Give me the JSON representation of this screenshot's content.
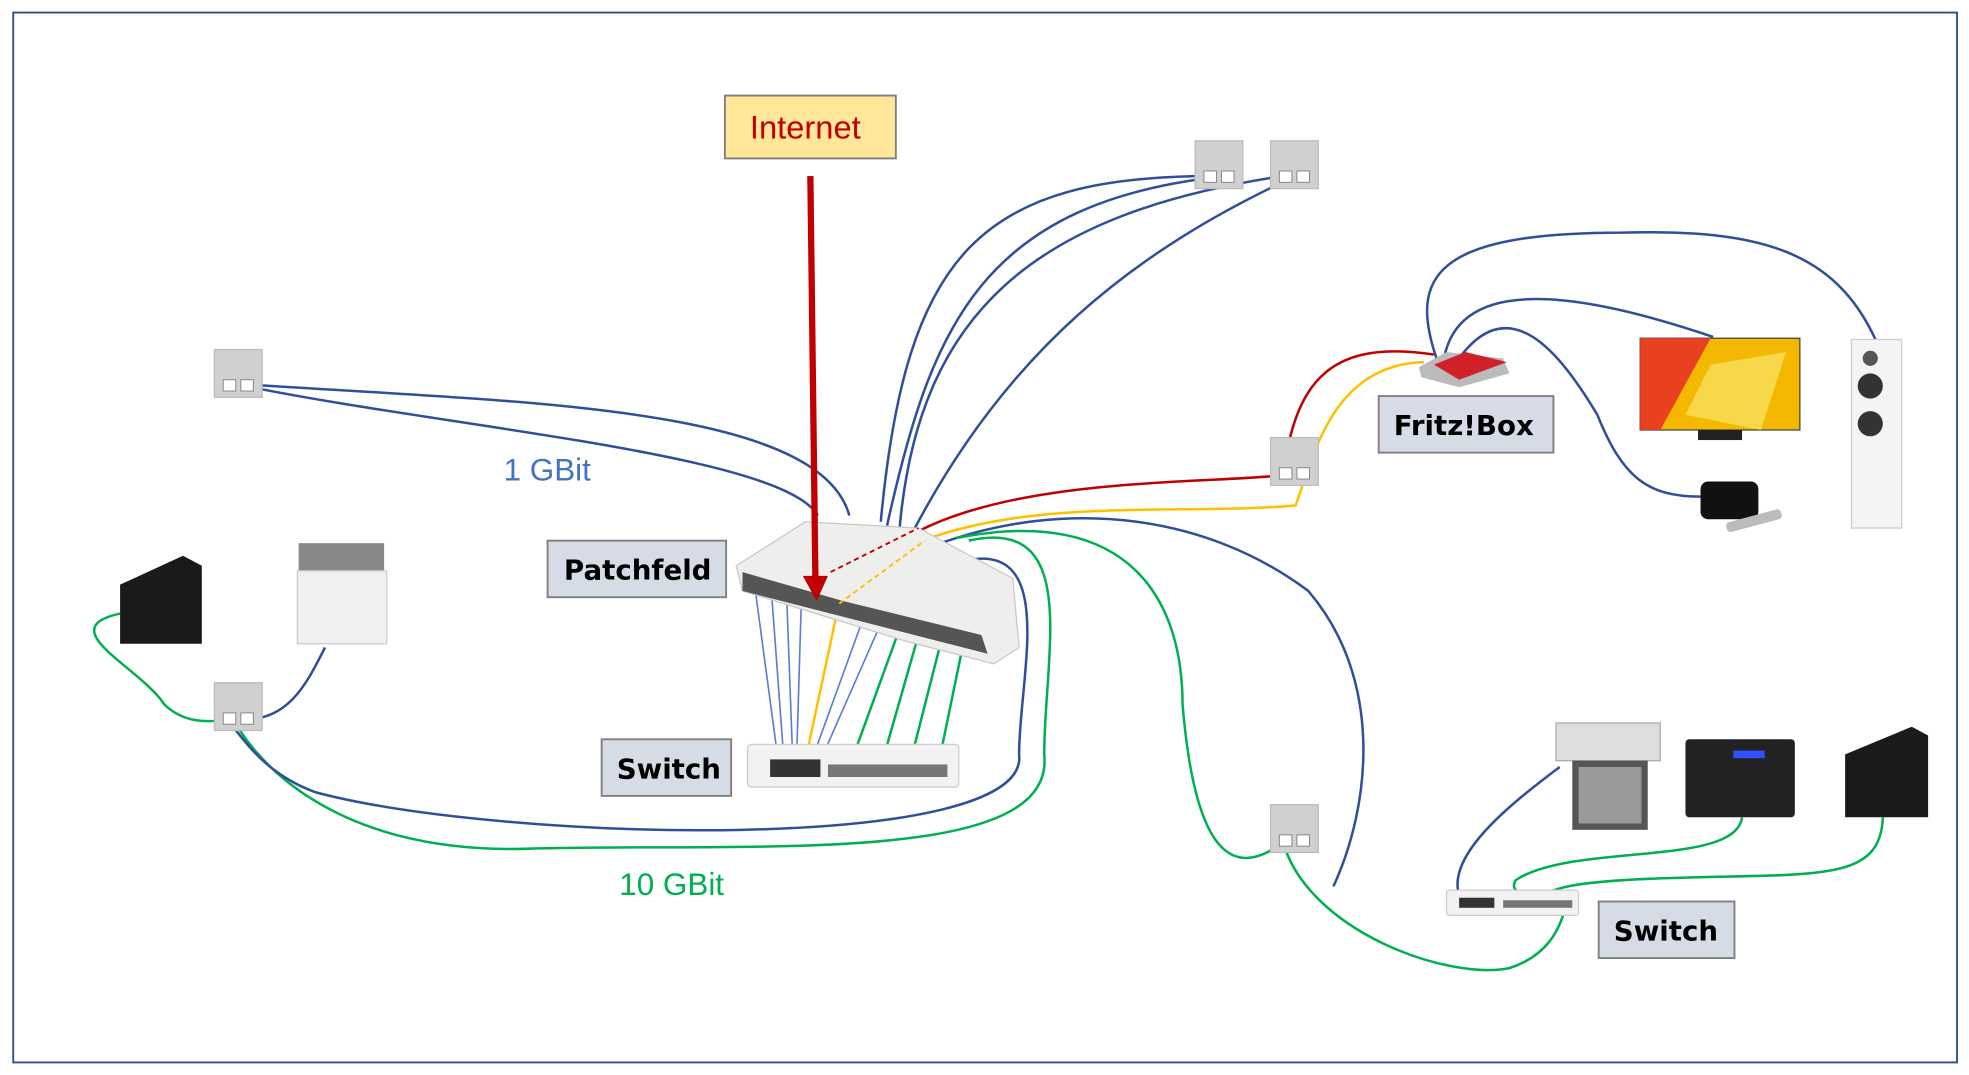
{
  "labels": {
    "internet": "Internet",
    "patchfeld": "Patchfeld",
    "switch_main": "Switch",
    "fritzbox": "Fritz!Box",
    "switch_office": "Switch",
    "speed_1g": "1 GBit",
    "speed_10g": "10 GBit"
  },
  "colors": {
    "internet_box": "#ffe699",
    "internet_text": "#c00000",
    "label_box": "#d6dce5",
    "cable_1g": "#2f4f9a",
    "cable_10g": "#00b050",
    "cable_wan": "#c00000",
    "cable_fritz": "#ffc000",
    "frame": "#2f4f8f"
  },
  "devices": [
    "wall-socket",
    "patch-panel",
    "network-switch",
    "fritzbox-router",
    "tv",
    "speaker",
    "apple-tv",
    "pc-tower",
    "printer",
    "large-format-printer",
    "nas"
  ]
}
